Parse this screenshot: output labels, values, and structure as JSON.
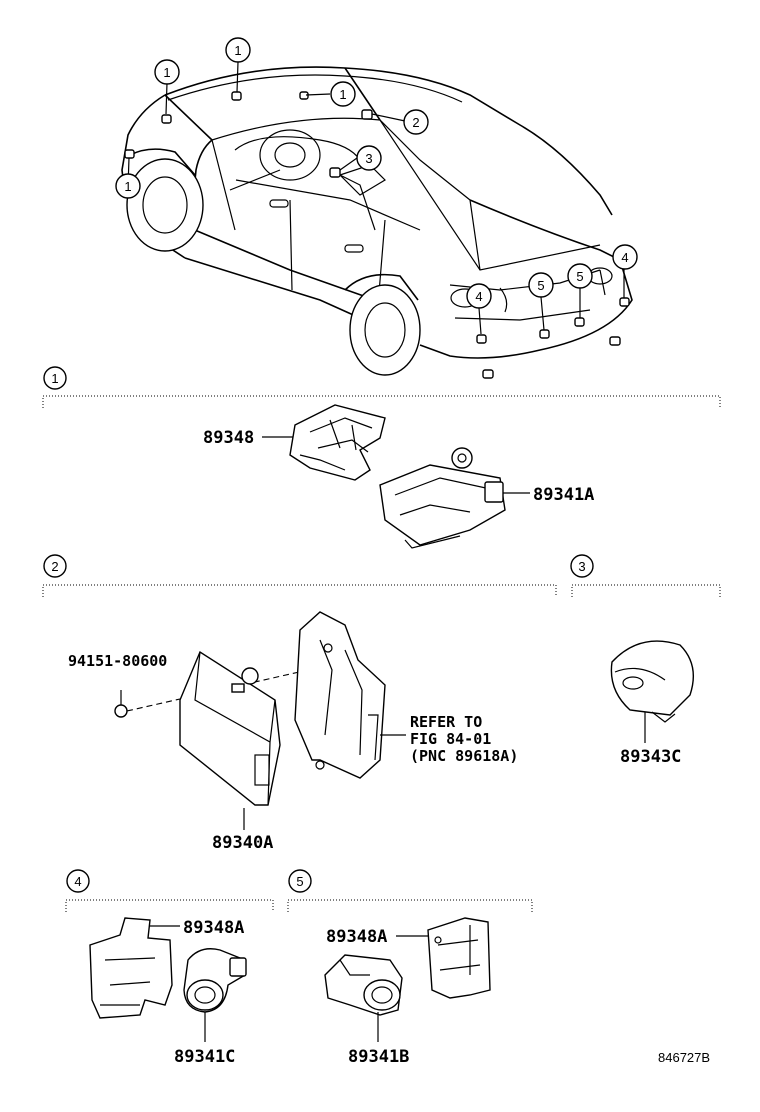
{
  "car_callouts": [
    "1",
    "1",
    "1",
    "1",
    "2",
    "3",
    "4",
    "4",
    "5",
    "5"
  ],
  "sections": [
    {
      "num": "1",
      "parts": [
        "89348",
        "89341A"
      ]
    },
    {
      "num": "2",
      "parts": [
        "94151-80600",
        "89340A"
      ],
      "refer_lines": [
        "REFER TO",
        "FIG 84-01",
        "(PNC 89618A)"
      ]
    },
    {
      "num": "3",
      "parts": [
        "89343C"
      ]
    },
    {
      "num": "4",
      "parts": [
        "89348A",
        "89341C"
      ]
    },
    {
      "num": "5",
      "parts": [
        "89348A",
        "89341B"
      ]
    }
  ],
  "figure_code": "846727B"
}
